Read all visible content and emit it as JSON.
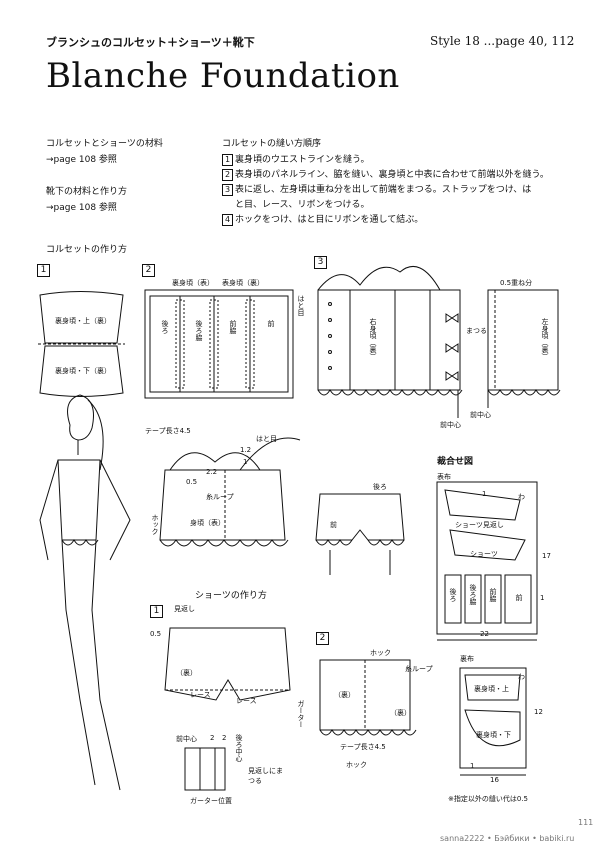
{
  "header": {
    "subtitle": "ブランシュのコルセット＋ショーツ＋靴下",
    "style_ref": "Style 18 ...page 40, 112",
    "title": "Blanche Foundation"
  },
  "materials": {
    "corset_shorts_heading": "コルセットとショーツの材料",
    "corset_shorts_ref": "→page 108 参照",
    "socks_heading": "靴下の材料と作り方",
    "socks_ref": "→page 108 参照"
  },
  "sewing_order": {
    "heading": "コルセットの縫い方順序",
    "steps": [
      {
        "n": "1",
        "text": "裏身頃のウエストラインを縫う。"
      },
      {
        "n": "2",
        "text": "表身頃のパネルライン、脇を縫い、裏身頃と中表に合わせて前端以外を縫う。"
      },
      {
        "n": "3",
        "text": "表に返し、左身頃は重ね分を出して前端をまつる。ストラップをつけ、は"
      },
      {
        "n": "",
        "text": "と目、レース、リボンをつける。"
      },
      {
        "n": "4",
        "text": "ホックをつけ、はと目にリボンを通して結ぶ。"
      }
    ]
  },
  "corset_howto": {
    "heading": "コルセットの作り方",
    "step1": {
      "n": "1",
      "upper": "裏身頃・上（裏）",
      "lower": "裏身頃・下（裏）"
    },
    "step2": {
      "n": "2",
      "ura": "裏身頃（表）",
      "omote": "表身頃（裏）",
      "ushiro": "後ろ",
      "ushirowaki": "後ろ脇",
      "maewaki": "前脇",
      "mae": "前"
    },
    "step3": {
      "n": "3",
      "hatome": "はと目",
      "right": "右身頃（裏）",
      "matsuru": "まつる",
      "maechushin": "前中心",
      "maechushin2": "前中心",
      "overlap": "0.5重ね分",
      "left": "左身頃（裏）"
    },
    "detail": {
      "tape": "テープ長さ4.5",
      "hatome": "はと目",
      "d12": "1.2",
      "d1": "1",
      "d22": "2.2",
      "d05": "0.5",
      "loop": "糸ループ",
      "hook": "ホック",
      "body": "身頃（表）"
    },
    "shorts_back": {
      "label": "後ろ",
      "front": "前"
    }
  },
  "shorts_howto": {
    "heading": "ショーツの作り方",
    "step1": {
      "n": "1",
      "mikaeshi": "見返し",
      "d05": "0.5",
      "ura": "（裏）",
      "lace": "レース",
      "lace2": "レース"
    },
    "step2": {
      "n": "2",
      "hook": "ホック",
      "loop": "糸ループ",
      "garter": "ガーター",
      "tape": "テープ長さ4.5",
      "hook2": "ホック",
      "ura": "（裏）",
      "ura2": "（裏）"
    },
    "detail2": {
      "maechushin": "前中心",
      "d2a": "2",
      "d2b": "2",
      "ushirochushin": "後ろ中心",
      "mikaeshi": "見返しにまつる",
      "garter": "ガーター位置"
    }
  },
  "layout_diagram": {
    "heading": "裁合せ図",
    "omote": "表布",
    "shorts_mikaeshi": "ショーツ見返し",
    "shorts": "ショーツ",
    "ushiro": "後ろ",
    "ushirowaki": "後ろ脇",
    "maewaki": "前脇",
    "mae": "前",
    "wa": "わ",
    "d17": "17",
    "d22": "22",
    "d1a": "1",
    "d1b": "1",
    "ura": "裏布",
    "ura_upper": "裏身頃・上",
    "ura_lower": "裏身頃・下",
    "d12": "12",
    "d16": "16",
    "d1c": "1",
    "wa2": "わ",
    "note": "※指定以外の縫い代は0.5"
  },
  "footer": {
    "page": "111",
    "credit": "sanna2222 • Бэйбики • babiki.ru"
  }
}
